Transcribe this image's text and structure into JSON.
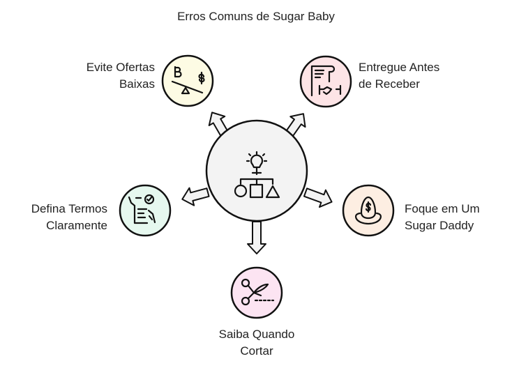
{
  "title": "Erros Comuns de Sugar Baby",
  "center": {
    "icon": "idea-hierarchy-icon",
    "color": "#f3f3f3"
  },
  "nodes": [
    {
      "line1": "Evite Ofertas",
      "line2": "Baixas",
      "icon": "currency-balance-icon",
      "color": "#fdfbe4"
    },
    {
      "line1": "Entregue Antes",
      "line2": "de Receber",
      "icon": "contract-handshake-icon",
      "color": "#fde4e6"
    },
    {
      "line1": "Defina Termos",
      "line2": "Claramente",
      "icon": "document-check-icon",
      "color": "#e6f8ef"
    },
    {
      "line1": "Foque em Um",
      "line2": "Sugar Daddy",
      "icon": "nest-egg-icon",
      "color": "#fdeee2"
    },
    {
      "line1": "Saiba Quando",
      "line2": "Cortar",
      "icon": "scissors-icon",
      "color": "#fce4f2"
    }
  ]
}
